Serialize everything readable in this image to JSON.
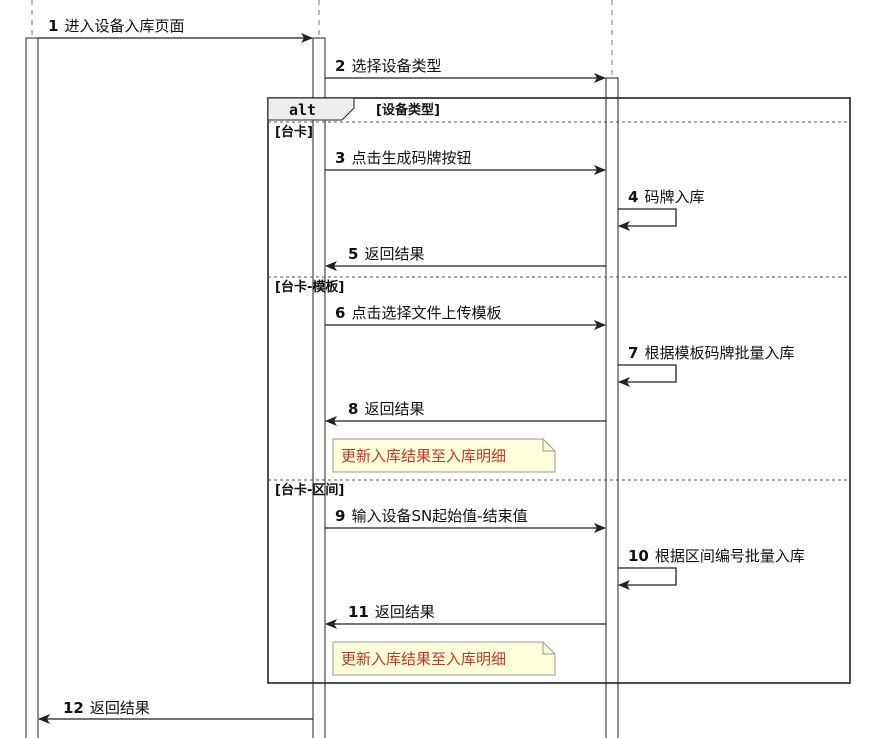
{
  "messages": [
    {
      "num": "1",
      "text": "进入设备入库页面"
    },
    {
      "num": "2",
      "text": "选择设备类型"
    },
    {
      "num": "3",
      "text": "点击生成码牌按钮"
    },
    {
      "num": "4",
      "text": "码牌入库"
    },
    {
      "num": "5",
      "text": "返回结果"
    },
    {
      "num": "6",
      "text": "点击选择文件上传模板"
    },
    {
      "num": "7",
      "text": "根据模板码牌批量入库"
    },
    {
      "num": "8",
      "text": "返回结果"
    },
    {
      "num": "9",
      "text": "输入设备SN起始值-结束值"
    },
    {
      "num": "10",
      "text": "根据区间编号批量入库"
    },
    {
      "num": "11",
      "text": "返回结果"
    },
    {
      "num": "12",
      "text": "返回结果"
    }
  ],
  "fragment": {
    "operator": "alt",
    "condition": "[设备类型]",
    "guards": [
      "[台卡]",
      "[台卡-模板]",
      "[台卡-区间]"
    ]
  },
  "notes": [
    "更新入库结果至入库明细",
    "更新入库结果至入库明细"
  ],
  "colors": {
    "line": "#222222",
    "note_bg": "#fdfdd9",
    "note_border": "#999999",
    "note_text": "#c0392b",
    "alt_tab_bg": "#eeeeee"
  }
}
